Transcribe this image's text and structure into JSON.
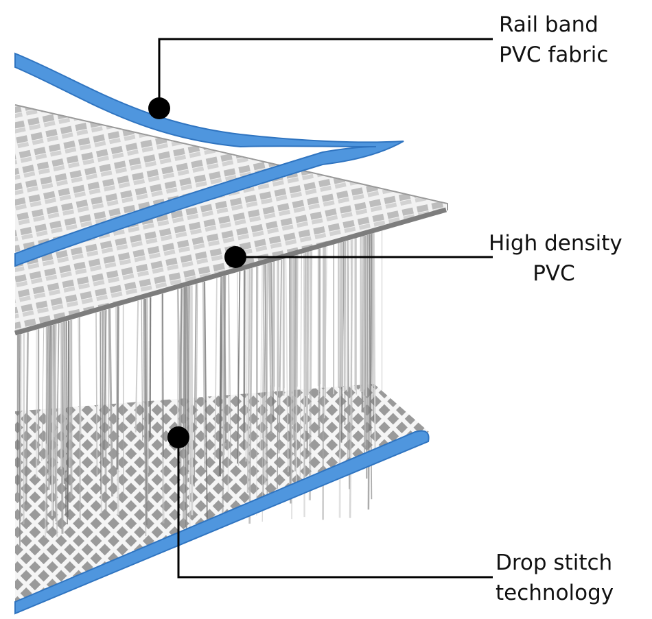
{
  "labels": {
    "rail_band": {
      "line1": "Rail band",
      "line2": "PVC fabric"
    },
    "high_density": {
      "line1": "High density",
      "line2": "PVC"
    },
    "drop_stitch": {
      "line1": "Drop stitch",
      "line2": "technology"
    }
  },
  "colors": {
    "rail_blue": "#4f96de",
    "rail_blue_dark": "#2f74c0",
    "mesh_grey": "#a9a9a9",
    "mesh_light": "#e6e6e6",
    "fiber_grey": "#8c8c8c",
    "callout": "#000000"
  }
}
